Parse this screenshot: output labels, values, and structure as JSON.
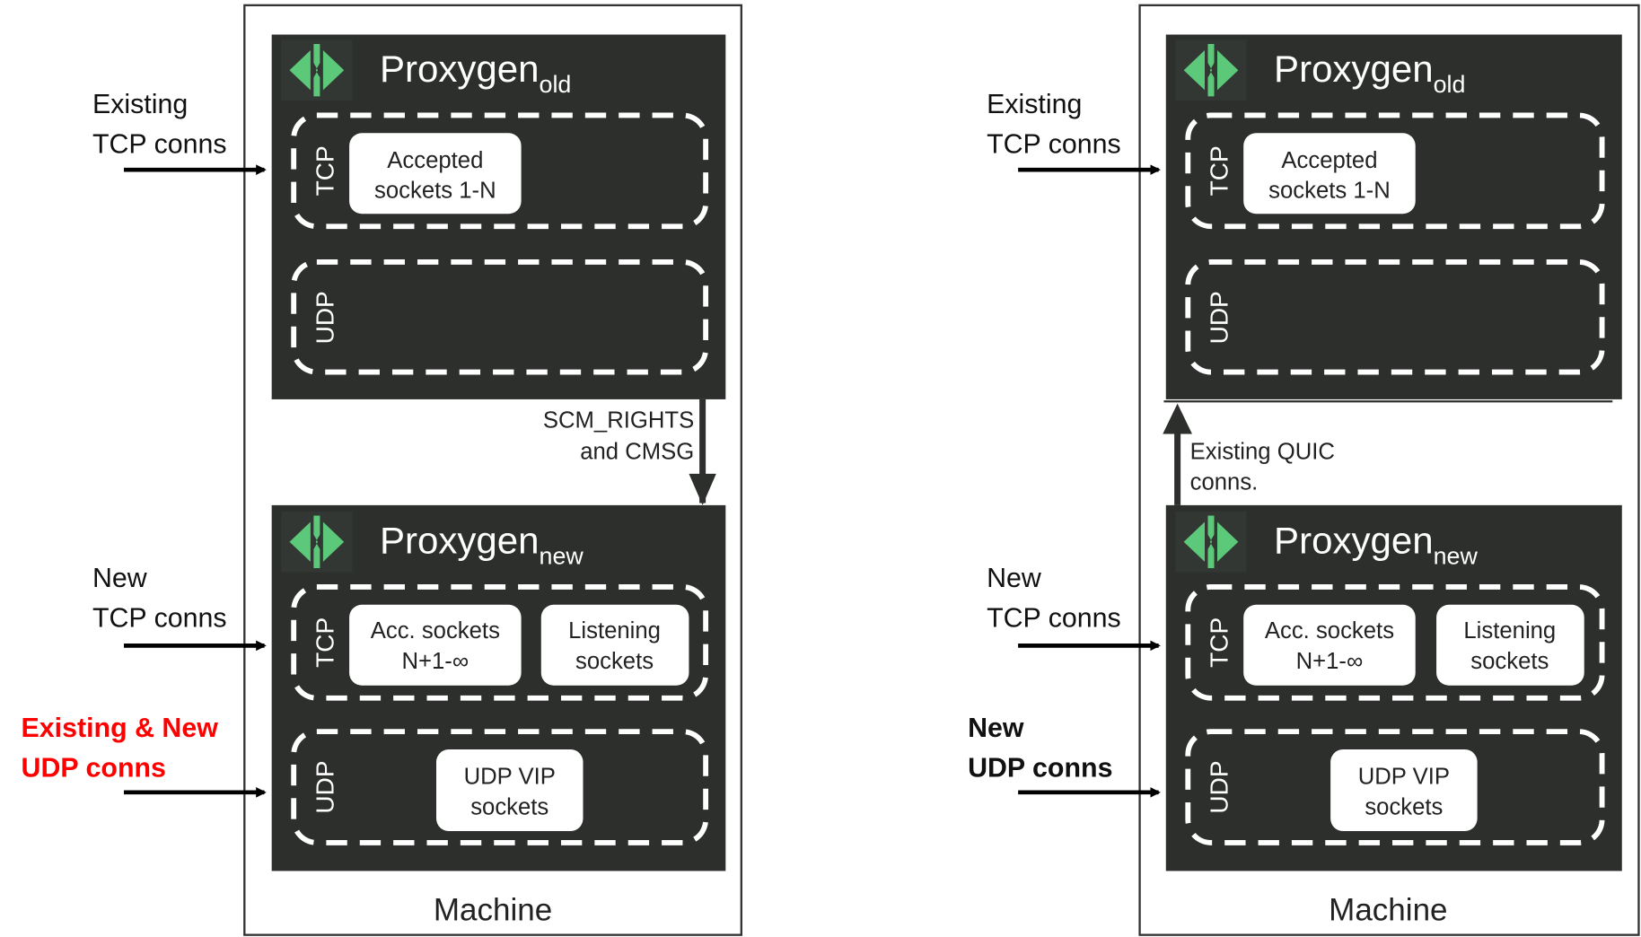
{
  "left": {
    "old": {
      "title": "Proxygen",
      "sub": "old",
      "tcp": "TCP",
      "udp": "UDP",
      "accepted": [
        "Accepted",
        "sockets 1-N"
      ]
    },
    "transfer": [
      "SCM_RIGHTS",
      "and CMSG"
    ],
    "new": {
      "title": "Proxygen",
      "sub": "new",
      "tcp": "TCP",
      "udp": "UDP",
      "acc": [
        "Acc. sockets",
        "N+1-∞"
      ],
      "listening": [
        "Listening",
        "sockets"
      ],
      "vip": [
        "UDP VIP",
        "sockets"
      ]
    },
    "machine": "Machine",
    "inputs": {
      "existing_tcp": [
        "Existing",
        "TCP conns"
      ],
      "new_tcp": [
        "New",
        "TCP conns"
      ],
      "udp": [
        "Existing & New",
        "UDP conns"
      ]
    }
  },
  "right": {
    "old": {
      "title": "Proxygen",
      "sub": "old",
      "tcp": "TCP",
      "udp": "UDP",
      "accepted": [
        "Accepted",
        "sockets 1-N"
      ]
    },
    "transfer": [
      "Existing QUIC",
      "conns."
    ],
    "new": {
      "title": "Proxygen",
      "sub": "new",
      "tcp": "TCP",
      "udp": "UDP",
      "acc": [
        "Acc. sockets",
        "N+1-∞"
      ],
      "listening": [
        "Listening",
        "sockets"
      ],
      "vip": [
        "UDP VIP",
        "sockets"
      ]
    },
    "machine": "Machine",
    "inputs": {
      "existing_tcp": [
        "Existing",
        "TCP conns"
      ],
      "new_tcp": [
        "New",
        "TCP conns"
      ],
      "udp": [
        "New",
        "UDP conns"
      ]
    }
  },
  "colors": {
    "panel": "#2c2f2c",
    "logo": "#5cc87a",
    "highlight": "#ff0000"
  }
}
